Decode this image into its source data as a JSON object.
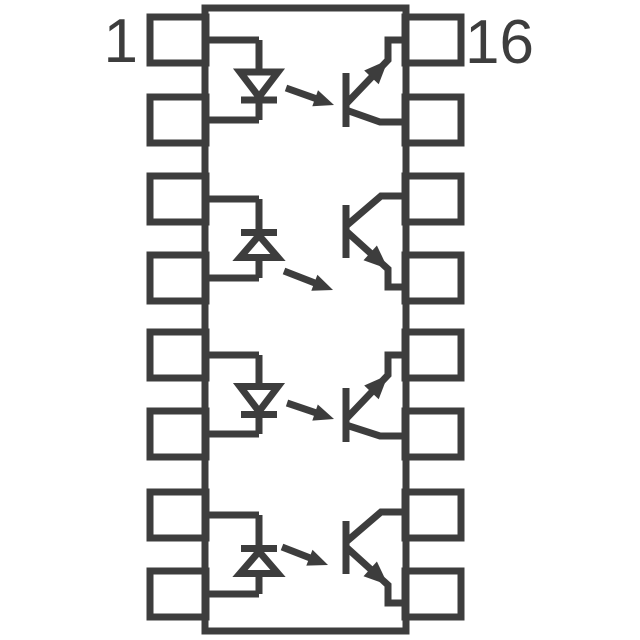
{
  "figure": {
    "type": "schematic",
    "subject": "16-pin quad optocoupler pin configuration diagram",
    "pins_per_side": 8,
    "total_pins": 16,
    "channel_count": 4
  },
  "pin_labels": {
    "pin1": "1",
    "pin16": "16"
  },
  "channels": [
    {
      "index": 1,
      "led_direction": "down",
      "emitter_arrow": "top"
    },
    {
      "index": 2,
      "led_direction": "up",
      "emitter_arrow": "bottom"
    },
    {
      "index": 3,
      "led_direction": "down",
      "emitter_arrow": "top"
    },
    {
      "index": 4,
      "led_direction": "up",
      "emitter_arrow": "bottom"
    }
  ],
  "colors": {
    "line": "#3d3d3d",
    "background": "#ffffff"
  }
}
